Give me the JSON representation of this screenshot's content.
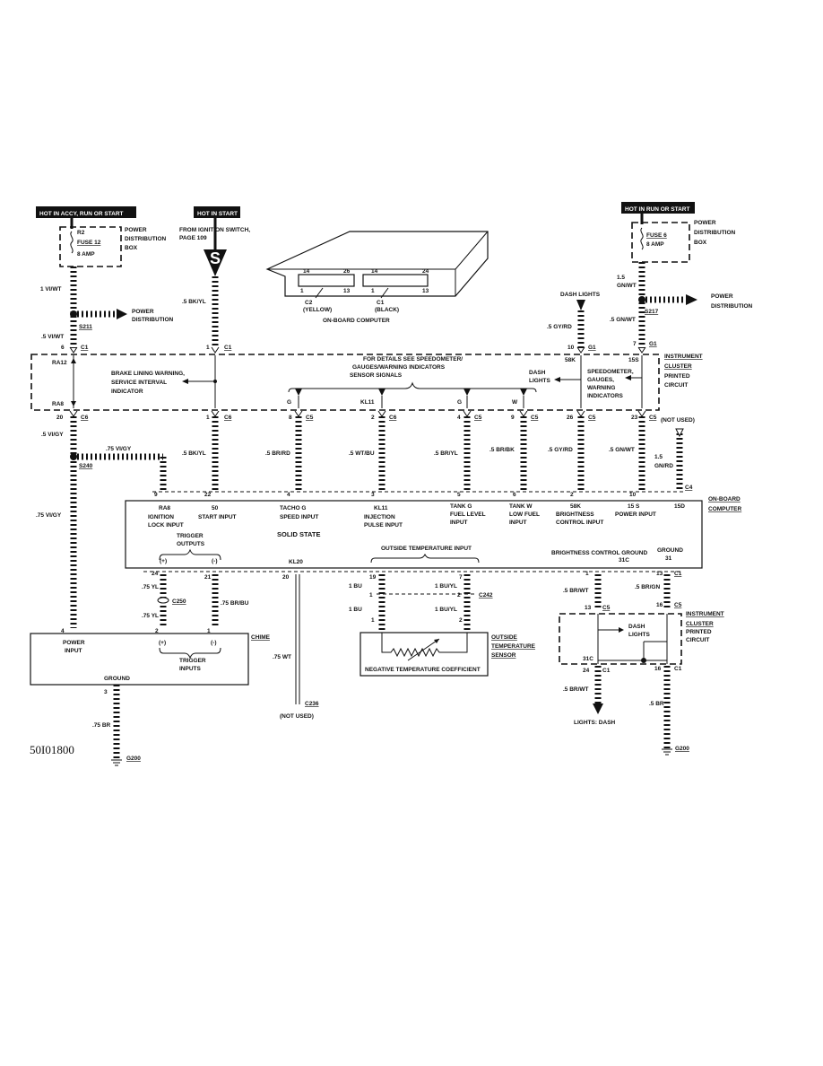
{
  "header_labels": {
    "hot_accy": "HOT IN ACCY, RUN OR START",
    "hot_start": "HOT IN START",
    "hot_run": "HOT IN RUN OR START"
  },
  "left_fuse": {
    "r2": "R2",
    "fuse": "FUSE 12",
    "amp": "8 AMP",
    "box_l1": "POWER",
    "box_l2": "DISTRIBUTION",
    "box_l3": "BOX"
  },
  "right_fuse": {
    "fuse": "FUSE 6",
    "amp": "8 AMP",
    "box_l1": "POWER",
    "box_l2": "DISTRIBUTION",
    "box_l3": "BOX"
  },
  "ignition": {
    "l1": "FROM IGNITION SWITCH,",
    "l2": "PAGE 109",
    "letter": "S"
  },
  "computer_drawing": {
    "c2_pins": [
      "14",
      "26",
      "1",
      "13"
    ],
    "c1_pins": [
      "14",
      "24",
      "1",
      "13"
    ],
    "c2": "C2",
    "c2_color": "(YELLOW)",
    "c1": "C1",
    "c1_color": "(BLACK)",
    "title": "ON-BOARD COMPUTER"
  },
  "wires": {
    "w1": "1 VI/WT",
    "s211": "S211",
    "power_dist_l1": "POWER",
    "power_dist_l2": "DISTRIBUTION",
    "w5vi": ".5 VI/WT",
    "w5bk": ".5 BK/YL",
    "dash_lights": "DASH LIGHTS",
    "w5gyrd": ".5 GY/RD",
    "w15gn": "1.5",
    "w15gn2": "GN/WT",
    "w5gnwt": ".5 GN/WT",
    "s217": "S217",
    "pd_r1": "POWER",
    "pd_r2": "DISTRIBUTION"
  },
  "cluster": {
    "ra12": "RA12",
    "ra8": "RA8",
    "brake1": "BRAKE LINING WARNING,",
    "brake2": "SERVICE INTERVAL",
    "brake3": "INDICATOR",
    "details1": "FOR DETAILS SEE SPEEDOMETER/",
    "details2": "GAUGES/WARNING INDICATORS",
    "details3": "SENSOR SIGNALS",
    "dash1": "DASH",
    "dash2": "LIGHTS",
    "speedo1": "SPEEDOMETER,",
    "speedo2": "GAUGES,",
    "speedo3": "WARNING",
    "speedo4": "INDICATORS",
    "t58k": "58K",
    "t15s": "15S",
    "g1": "G",
    "kl11": "KL11",
    "g2": "G",
    "w": "W",
    "name1": "INSTRUMENT",
    "name2": "CLUSTER",
    "name3": "PRINTED",
    "name4": "CIRCUIT"
  },
  "connectors_top": [
    {
      "pin": "6",
      "conn": "C1"
    },
    {
      "pin": "1",
      "conn": "C1"
    },
    {
      "pin": "10",
      "conn": "G1"
    },
    {
      "pin": "7",
      "conn": "G1"
    }
  ],
  "connectors_mid": [
    {
      "pin": "20",
      "conn": "C6"
    },
    {
      "pin": "1",
      "conn": "C6"
    },
    {
      "pin": "8",
      "conn": "C5"
    },
    {
      "pin": "2",
      "conn": "C6"
    },
    {
      "pin": "4",
      "conn": "C5"
    },
    {
      "pin": "9",
      "conn": "C5"
    },
    {
      "pin": "26",
      "conn": "C5"
    },
    {
      "pin": "23",
      "conn": "C5"
    }
  ],
  "mid_wires": {
    "vigy": ".5 VI/GY",
    "vigy75": ".75 VI/GY",
    "s240": "S240",
    "bkyl": ".5 BK/YL",
    "brrd": ".5 BR/RD",
    "wtbu": ".5 WT/BU",
    "bryl": ".5 BR/YL",
    "brbk": ".5 BR/BK",
    "gyrd": ".5 GY/RD",
    "gnwt": ".5 GN/WT",
    "not_used": "(NOT USED)",
    "gnrd1": "1.5",
    "gnrd2": "GN/RD",
    "c4": "C4",
    "vigy75b": ".75 VI/GY"
  },
  "computer_pins": [
    "9",
    "22",
    "4",
    "3",
    "5",
    "6",
    "2",
    "10"
  ],
  "computer": {
    "ra8": "RA8",
    "ign1": "IGNITION",
    "ign2": "LOCK INPUT",
    "p50": "50",
    "start": "START INPUT",
    "tacho1": "TACHO G",
    "tacho2": "SPEED INPUT",
    "kl11": "KL11",
    "inj1": "INJECTION",
    "inj2": "PULSE INPUT",
    "tankg1": "TANK G",
    "tankg2": "FUEL LEVEL",
    "tankg3": "INPUT",
    "tankw1": "TANK W",
    "tankw2": "LOW FUEL",
    "tankw3": "INPUT",
    "b58k": "58K",
    "bright1": "BRIGHTNESS",
    "bright2": "CONTROL INPUT",
    "p15s": "15 S",
    "power": "POWER INPUT",
    "p15d": "15D",
    "trig1": "TRIGGER",
    "trig2": "OUTPUTS",
    "plus": "(+)",
    "minus": "(-)",
    "solid": "SOLID STATE",
    "kl20": "KL20",
    "outside": "OUTSIDE TEMPERATURE INPUT",
    "bcg": "BRIGHTNESS CONTROL GROUND",
    "p31c": "31C",
    "gnd": "GROUND",
    "p31": "31",
    "name1": "ON-BOARD",
    "name2": "COMPUTER"
  },
  "lower": {
    "p24": "24",
    "p21": "21",
    "p20": "20",
    "p19": "19",
    "p7": "7",
    "p13": "13",
    "c1": "C1",
    "yl1": ".75 YL",
    "c250": "C250",
    "yl2": ".75 YL",
    "brbu": ".75 BR/BU",
    "p2": "2",
    "p1": "1",
    "p4": "4",
    "chime": "CHIME",
    "pi1": "POWER",
    "pi2": "INPUT",
    "plus": "(+)",
    "minus": "(-)",
    "ti1": "TRIGGER",
    "ti2": "INPUTS",
    "ground": "GROUND",
    "p3": "3",
    "br75": ".75 BR",
    "g200": "G200",
    "wt75": ".75 WT",
    "c236": "C236",
    "not_used": "(NOT USED)",
    "bu1": "1 BU",
    "buyl1": "1 BU/YL",
    "q1": "1",
    "q2": "2",
    "c242": "C242",
    "bu2": "1 BU",
    "buyl2": "1 BU/YL",
    "r1": "1",
    "r2": "2",
    "ots1": "OUTSIDE",
    "ots2": "TEMPERATURE",
    "ots3": "SENSOR",
    "ntc": "NEGATIVE TEMPERATURE COEFFICIENT",
    "brwt": ".5 BR/WT",
    "brgn": ".5 BR/GN",
    "p13b": "13",
    "c5a": "C5",
    "p16": "16",
    "c5b": "C5",
    "dl1": "DASH",
    "dl2": "LIGHTS",
    "ic1": "INSTRUMENT",
    "ic2": "CLUSTER",
    "ic3": "PRINTED",
    "ic4": "CIRCUIT",
    "p31c": "31C",
    "p24b": "24",
    "c1b": "C1",
    "p16b": "16",
    "c1c": "C1",
    "brwt2": ".5 BR/WT",
    "br5": ".5 BR",
    "lights_dash": "LIGHTS: DASH",
    "g200b": "G200"
  },
  "figure_code": "50I01800"
}
